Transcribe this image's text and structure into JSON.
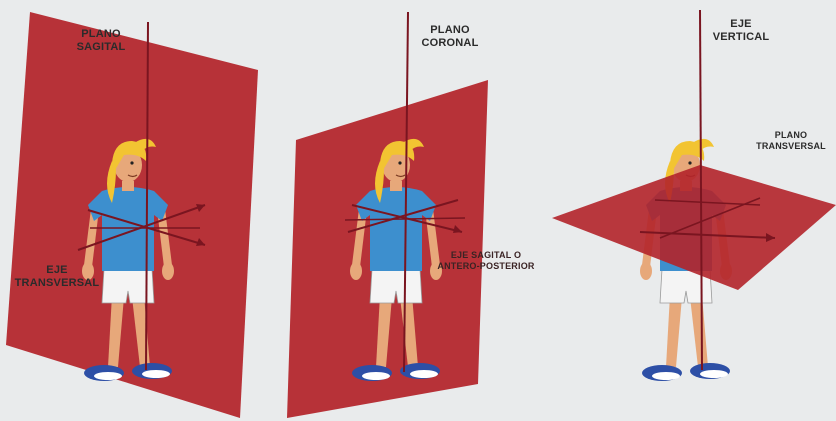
{
  "panels": [
    {
      "plane": {
        "line1": "PLANO",
        "line2": "SAGITAL"
      },
      "axis": {
        "line1": "EJE",
        "line2": "TRANSVERSAL"
      }
    },
    {
      "plane": {
        "line1": "PLANO",
        "line2": "CORONAL"
      },
      "axis": {
        "line1": "EJE SAGITAL O",
        "line2": "ANTERO-POSTERIOR"
      }
    },
    {
      "plane": {
        "line1": "PLANO",
        "line2": "TRANSVERSAL"
      },
      "axis": {
        "line1": "EJE",
        "line2": "VERTICAL"
      }
    }
  ],
  "colors": {
    "plane_red": "#b3242a",
    "shirt_blue": "#3d8fce",
    "hair_yellow": "#f2c432",
    "skin": "#e7a87a",
    "shorts_white": "#f4f4f4",
    "shoe_blue": "#2d4fa6",
    "axis_line": "#7a1520"
  }
}
